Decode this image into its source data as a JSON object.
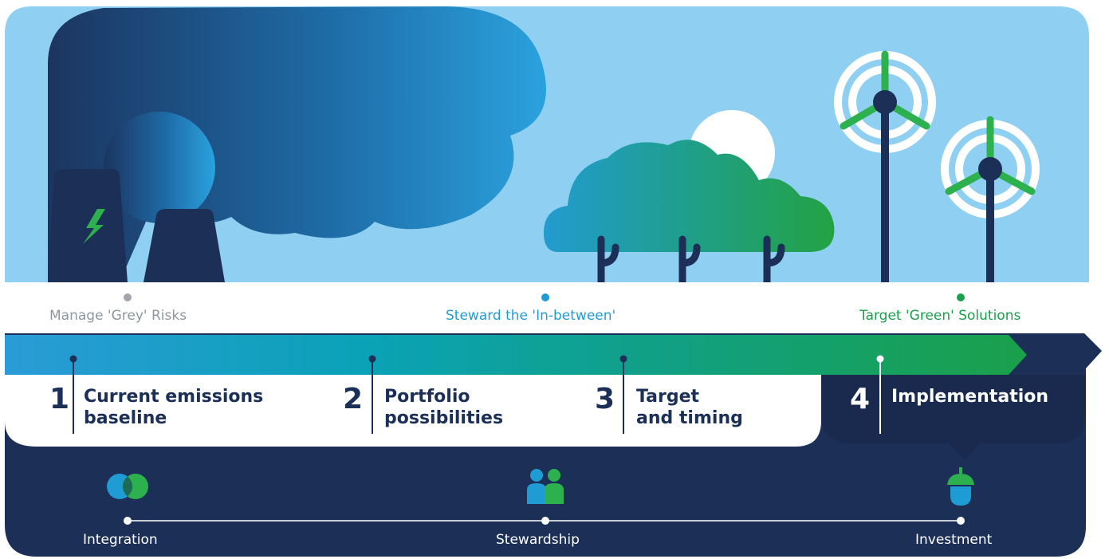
{
  "top_labels": {
    "grey": "Manage 'Grey' Risks",
    "between": "Steward the 'In-between'",
    "green": "Target 'Green' Solutions"
  },
  "steps": [
    {
      "number": "1",
      "title": "Current emissions\nbaseline"
    },
    {
      "number": "2",
      "title": "Portfolio\npossibilities"
    },
    {
      "number": "3",
      "title": "Target\nand timing"
    },
    {
      "number": "4",
      "title": "Implementation"
    }
  ],
  "pillars": [
    {
      "label": "Integration",
      "icon": "venn-circles-icon"
    },
    {
      "label": "Stewardship",
      "icon": "people-icon"
    },
    {
      "label": "Investment",
      "icon": "acorn-icon"
    }
  ],
  "colors": {
    "navy": "#1c2f57",
    "sky": "#8fd0f2",
    "blue": "#1f9cd3",
    "green": "#1aa04a",
    "grey": "#8f969d"
  }
}
